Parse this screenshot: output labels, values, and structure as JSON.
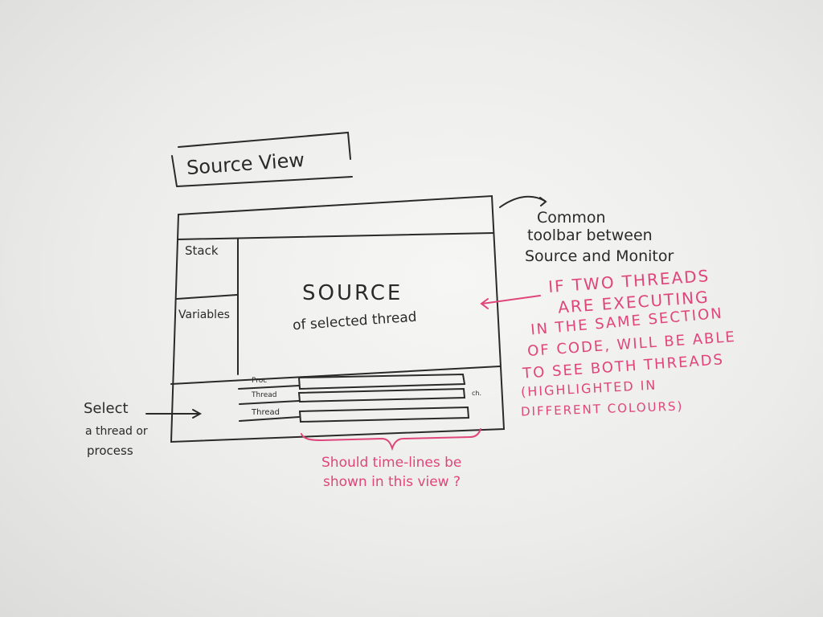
{
  "title": "Source View",
  "panels": {
    "stack": "Stack",
    "variables": "Variables",
    "source_big": "SOURCE",
    "source_small": "of selected thread"
  },
  "rows": {
    "proc": "Proc",
    "thread1": "Thread",
    "thread2": "Thread",
    "side": "ch."
  },
  "notes": {
    "toolbar_line1": "Common",
    "toolbar_line2": "toolbar between",
    "toolbar_line3": "Source and Monitor",
    "select_line1": "Select",
    "select_line2": "a thread or",
    "select_line3": "process",
    "threads_line1": "IF TWO THREADS",
    "threads_line2": "ARE EXECUTING",
    "threads_line3": "IN THE SAME SECTION",
    "threads_line4": "OF CODE, WILL BE ABLE",
    "threads_line5": "TO SEE BOTH THREADS",
    "threads_line6": "(HIGHLIGHTED IN",
    "threads_line7": "DIFFERENT COLOURS)",
    "timelines_line1": "Should time-lines be",
    "timelines_line2": "shown in this view ?"
  },
  "colors": {
    "black_marker": "#2a2a2a",
    "red_marker": "#e0457c",
    "board": "#ececea"
  }
}
